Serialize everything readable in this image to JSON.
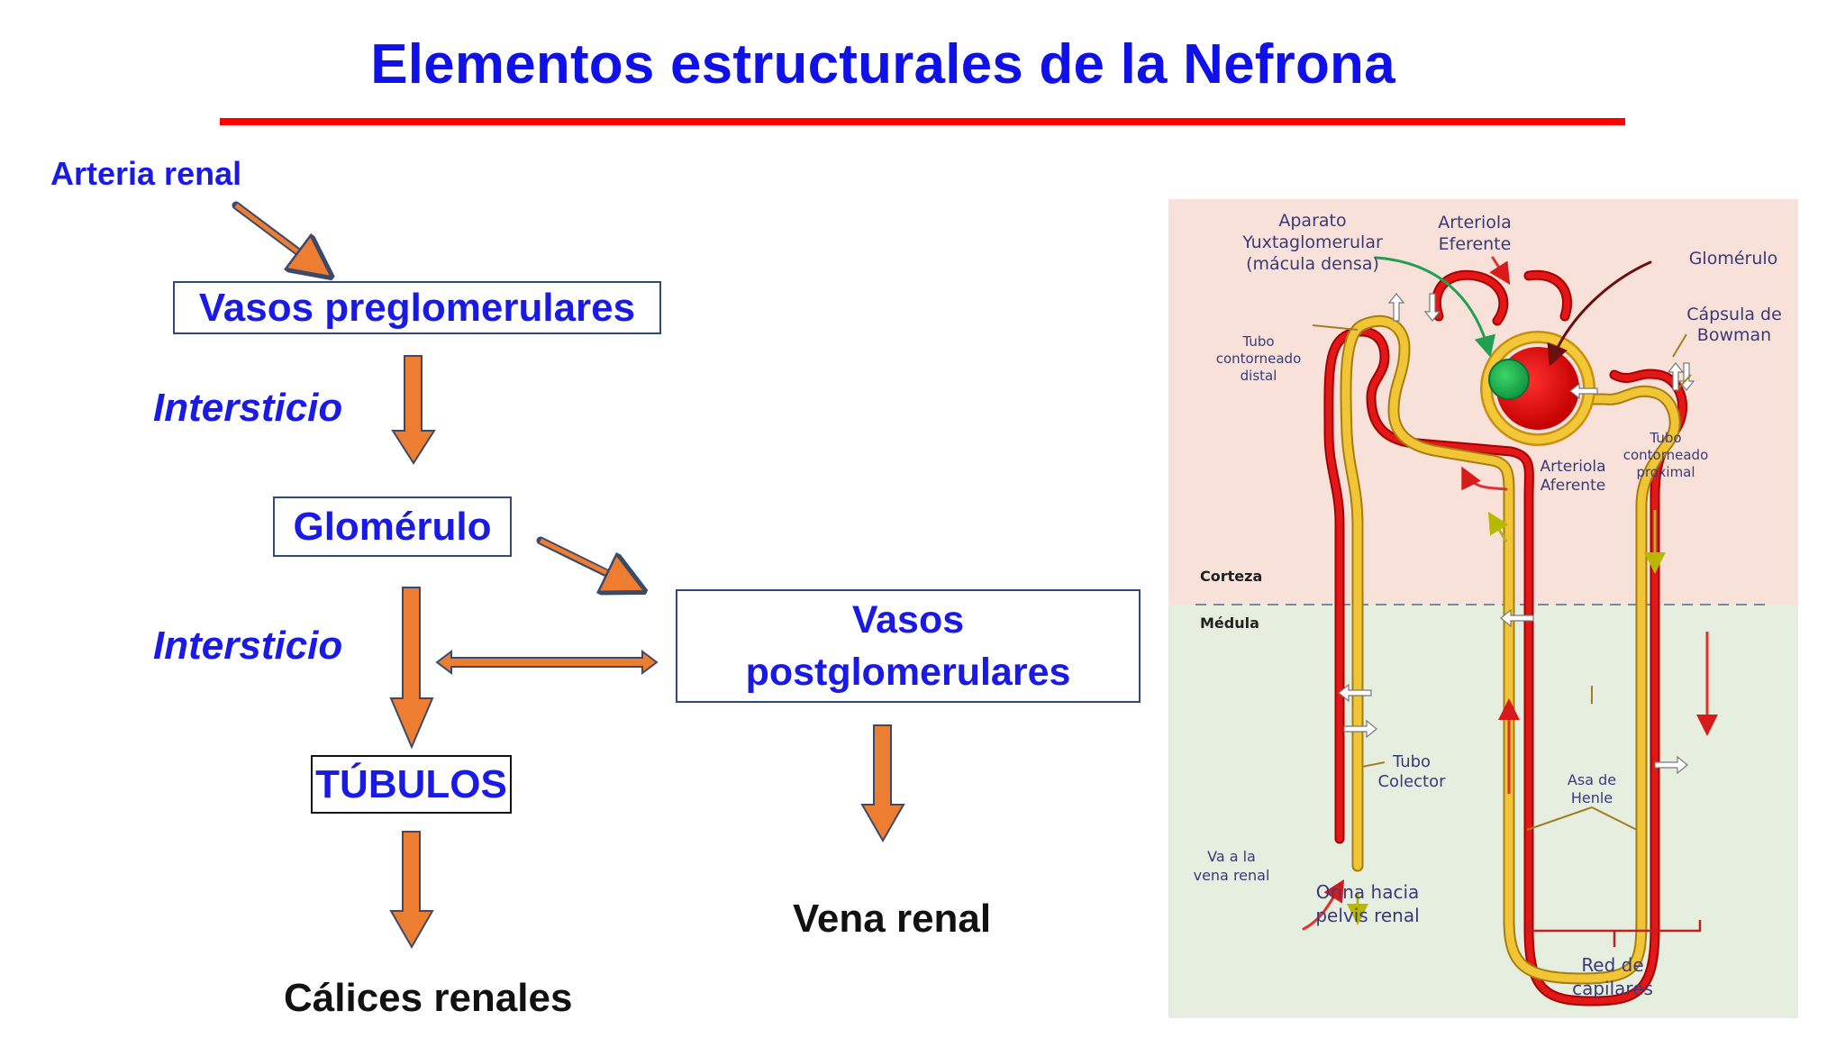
{
  "title": "Elementos estructurales de la Nefrona",
  "colors": {
    "title": "#1010e8",
    "rule": "#ff0000",
    "arrow_fill": "#ed7d31",
    "arrow_stroke": "#3b4a6b",
    "box_border": "#2f4a78",
    "vessel": "#d91a1a",
    "tubule": "#e3b62a",
    "cortex_bg": "#f7e1d8",
    "medulla_bg": "#e6eee0"
  },
  "flow": {
    "arteria_renal": "Arteria renal",
    "vasos_preglomerulares": "Vasos preglomerulares",
    "intersticio_1": "Intersticio",
    "glomerulo": "Glomérulo",
    "intersticio_2": "Intersticio",
    "vasos_postglomerulares_line1": "Vasos",
    "vasos_postglomerulares_line2": "postglomerulares",
    "tubulos": "TÚBULOS",
    "vena_renal": "Vena renal",
    "calices_renales": "Cálices renales"
  },
  "illustration": {
    "aparato_1": "Aparato",
    "aparato_2": "Yuxtaglomerular",
    "aparato_3": "(mácula densa)",
    "art_eferente_1": "Arteriola",
    "art_eferente_2": "Eferente",
    "glomerulo": "Glomérulo",
    "capsula_1": "Cápsula de",
    "capsula_2": "Bowman",
    "tubo_distal_1": "Tubo",
    "tubo_distal_2": "contorneado",
    "tubo_distal_3": "distal",
    "art_aferente_1": "Arteriola",
    "art_aferente_2": "Aferente",
    "tubo_proximal_1": "Tubo",
    "tubo_proximal_2": "contorneado",
    "tubo_proximal_3": "proximal",
    "corteza": "Corteza",
    "medula": "Médula",
    "tubo_colector_1": "Tubo",
    "tubo_colector_2": "Colector",
    "asa_1": "Asa de",
    "asa_2": "Henle",
    "va_vena_1": "Va a la",
    "va_vena_2": "vena renal",
    "orina_1": "Orina hacia",
    "orina_2": "pelvis renal",
    "red_1": "Red de",
    "red_2": "capilares"
  }
}
